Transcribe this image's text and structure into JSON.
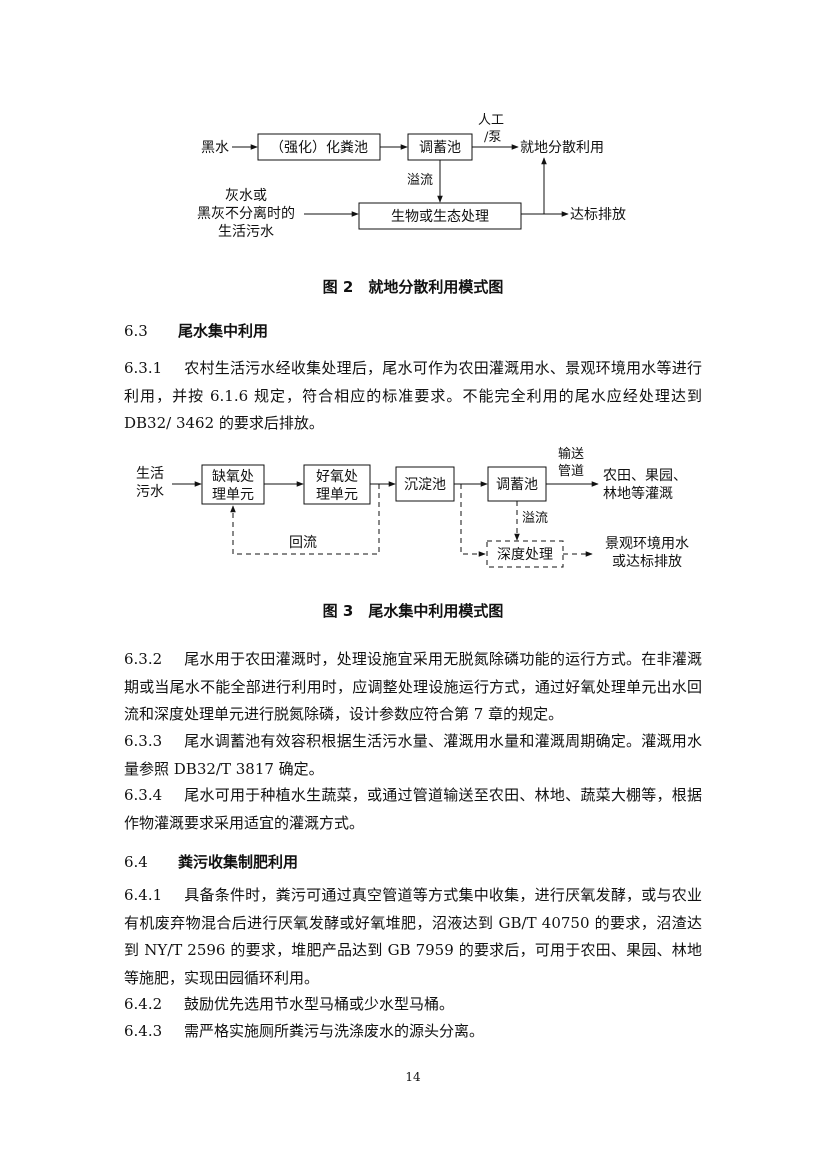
{
  "figure2": {
    "nodes": {
      "blackwater": "黑水",
      "septic": "（强化）化粪池",
      "storage": "调蓄池",
      "manual_pump_1": "人工",
      "manual_pump_2": "/泵",
      "local_use": "就地分散利用",
      "overflow": "溢流",
      "greywater_1": "灰水或",
      "greywater_2": "黑灰不分离时的",
      "greywater_3": "生活污水",
      "bio_eco": "生物或生态处理",
      "discharge": "达标排放"
    },
    "caption": "图 2　就地分散利用模式图"
  },
  "section_6_3": {
    "num": "6.3",
    "title": "尾水集中利用"
  },
  "p_6_3_1": {
    "num": "6.3.1",
    "text": "农村生活污水经收集处理后，尾水可作为农田灌溉用水、景观环境用水等进行利用，并按 6.1.6 规定，符合相应的标准要求。不能完全利用的尾水应经处理达到 DB32/ 3462 的要求后排放。"
  },
  "figure3": {
    "nodes": {
      "sewage_1": "生活",
      "sewage_2": "污水",
      "anoxic_1": "缺氧处",
      "anoxic_2": "理单元",
      "aerobic_1": "好氧处",
      "aerobic_2": "理单元",
      "sedimentation": "沉淀池",
      "storage": "调蓄池",
      "pipeline_1": "输送",
      "pipeline_2": "管道",
      "irrigation_1": "农田、果园、",
      "irrigation_2": "林地等灌溉",
      "overflow": "溢流",
      "reflux": "回流",
      "advanced": "深度处理",
      "landscape_1": "景观环境用水",
      "landscape_2": "或达标排放"
    },
    "caption": "图 3　尾水集中利用模式图"
  },
  "p_6_3_2": {
    "num": "6.3.2",
    "text": "尾水用于农田灌溉时，处理设施宜采用无脱氮除磷功能的运行方式。在非灌溉期或当尾水不能全部进行利用时，应调整处理设施运行方式，通过好氧处理单元出水回流和深度处理单元进行脱氮除磷，设计参数应符合第 7 章的规定。"
  },
  "p_6_3_3": {
    "num": "6.3.3",
    "text": "尾水调蓄池有效容积根据生活污水量、灌溉用水量和灌溉周期确定。灌溉用水量参照 DB32/T 3817 确定。"
  },
  "p_6_3_4": {
    "num": "6.3.4",
    "text": "尾水可用于种植水生蔬菜，或通过管道输送至农田、林地、蔬菜大棚等，根据作物灌溉要求采用适宜的灌溉方式。"
  },
  "section_6_4": {
    "num": "6.4",
    "title": "粪污收集制肥利用"
  },
  "p_6_4_1": {
    "num": "6.4.1",
    "text": "具备条件时，粪污可通过真空管道等方式集中收集，进行厌氧发酵，或与农业有机废弃物混合后进行厌氧发酵或好氧堆肥，沼液达到 GB/T 40750 的要求，沼渣达到 NY/T 2596 的要求，堆肥产品达到 GB 7959 的要求后，可用于农田、果园、林地等施肥，实现田园循环利用。"
  },
  "p_6_4_2": {
    "num": "6.4.2",
    "text": "鼓励优先选用节水型马桶或少水型马桶。"
  },
  "p_6_4_3": {
    "num": "6.4.3",
    "text": "需严格实施厕所粪污与洗涤废水的源头分离。"
  },
  "page_number": "14"
}
